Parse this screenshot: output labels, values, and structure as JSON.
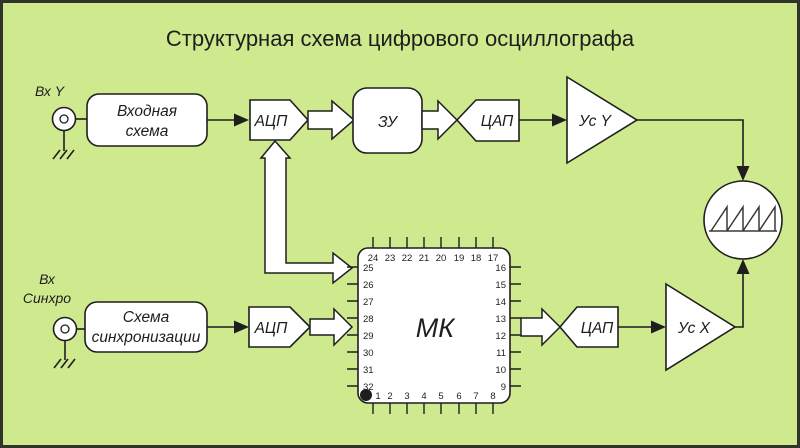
{
  "title": "Структурная схема цифрового осциллографа",
  "colors": {
    "background": "#cfe98e",
    "line": "#1e1e1e",
    "shape_fill": "#ffffff",
    "border": "#30342a",
    "wave": "#3a3a3a"
  },
  "labels": {
    "input_y": "Вх Y",
    "input_sync_line1": "Вх",
    "input_sync_line2": "Синхро",
    "input_circuit_line1": "Входная",
    "input_circuit_line2": "схема",
    "sync_circuit_line1": "Схема",
    "sync_circuit_line2": "синхронизации",
    "adc_y": "АЦП",
    "adc_sync": "АЦП",
    "memory": "ЗУ",
    "dac_y": "ЦАП",
    "dac_x": "ЦАП",
    "amp_y": "Ус Y",
    "amp_x": "Ус X",
    "mcu": "МК"
  },
  "mk_pins": {
    "top": [
      "24",
      "23",
      "22",
      "21",
      "20",
      "19",
      "18",
      "17"
    ],
    "left": [
      "25",
      "26",
      "27",
      "28",
      "29",
      "30",
      "31",
      "32"
    ],
    "right": [
      "16",
      "15",
      "14",
      "13",
      "12",
      "11",
      "10",
      "9"
    ],
    "bottom": [
      "1",
      "2",
      "3",
      "4",
      "5",
      "6",
      "7",
      "8"
    ]
  }
}
